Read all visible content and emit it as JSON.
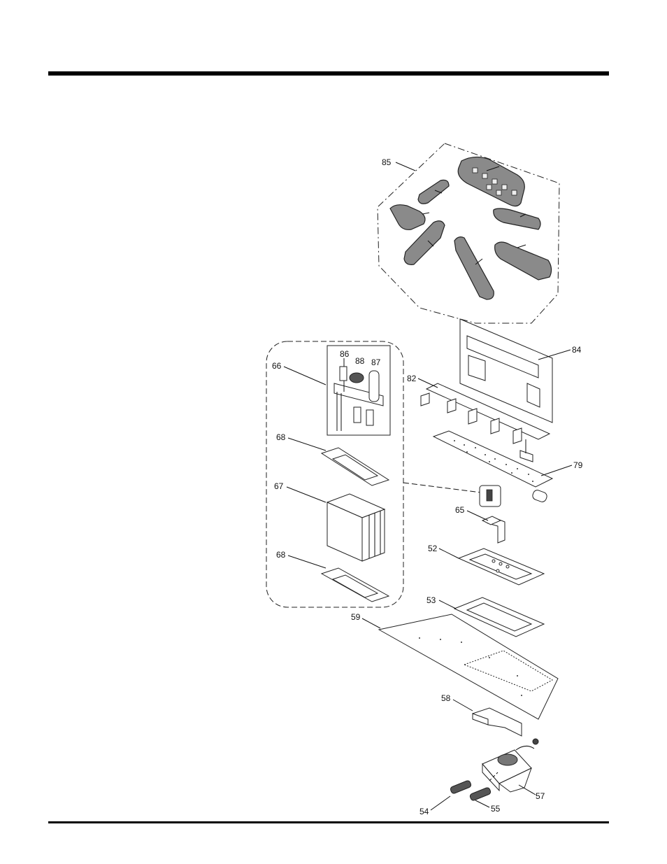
{
  "diagram": {
    "callouts": [
      {
        "id": "85",
        "text": "85"
      },
      {
        "id": "84",
        "text": "84"
      },
      {
        "id": "82",
        "text": "82"
      },
      {
        "id": "79",
        "text": "79"
      },
      {
        "id": "66",
        "text": "66"
      },
      {
        "id": "86",
        "text": "86"
      },
      {
        "id": "88",
        "text": "88"
      },
      {
        "id": "87",
        "text": "87"
      },
      {
        "id": "68a",
        "text": "68"
      },
      {
        "id": "67",
        "text": "67"
      },
      {
        "id": "68b",
        "text": "68"
      },
      {
        "id": "65",
        "text": "65"
      },
      {
        "id": "52",
        "text": "52"
      },
      {
        "id": "53",
        "text": "53"
      },
      {
        "id": "59",
        "text": "59"
      },
      {
        "id": "58",
        "text": "58"
      },
      {
        "id": "57",
        "text": "57"
      },
      {
        "id": "54",
        "text": "54"
      },
      {
        "id": "55",
        "text": "55"
      }
    ]
  }
}
